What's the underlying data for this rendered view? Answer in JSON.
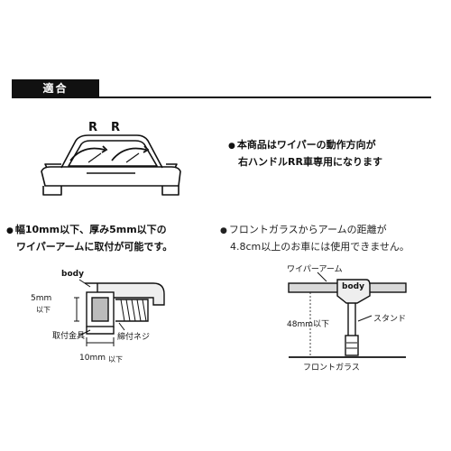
{
  "header": {
    "tab_label": "適合"
  },
  "car": {
    "letters": [
      "R",
      "R"
    ]
  },
  "notes": {
    "direction": [
      "本商品はワイパーの動作方向が",
      "右ハンドルRR車専用になります"
    ],
    "size": [
      "幅10mm以下、厚み5mm以下の",
      "ワイパーアームに取付が可能です。"
    ],
    "distance": [
      "フロントガラスからアームの距離が",
      "4.8cm以上のお車には使用できません。"
    ]
  },
  "bullet_glyph": "●",
  "diagram_left": {
    "body": "body",
    "height_value": "5mm",
    "height_note": "以下",
    "bracket": "取付金具",
    "screw": "締付ネジ",
    "width_value": "10mm",
    "width_note": "以下"
  },
  "diagram_right": {
    "arm": "ワイパーアーム",
    "body": "body",
    "distance": "48mm以下",
    "stand": "スタンド",
    "glass": "フロントガラス"
  },
  "colors": {
    "ink": "#111111",
    "arm_fill": "#d9d9d9",
    "body_fill": "#eeeeee"
  }
}
